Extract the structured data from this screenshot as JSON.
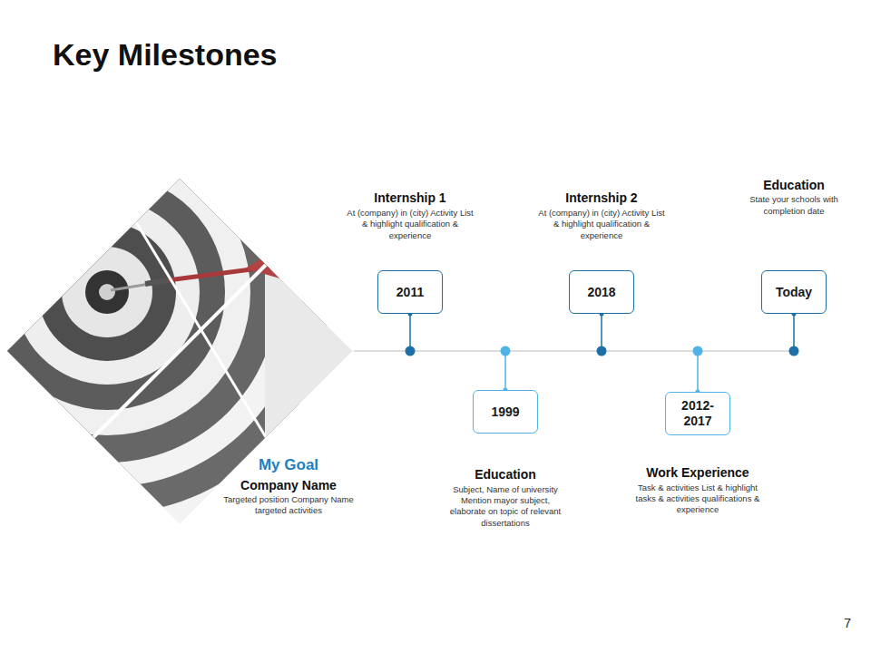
{
  "diagram": {
    "title": "Key Milestones",
    "nodes": [
      {
        "text": [
          "Internship 1",
          "At (company) in (city) Activity List & highlight qualification & experience",
          "2011"
        ]
      },
      {
        "text": [
          "1999",
          "Education",
          "Subject, Name of university Mention mayor subject, elaborate on topic of relevant dissertations"
        ]
      },
      {
        "text": [
          "Internship 2",
          "At (company) in (city) Activity List & highlight qualification & experience",
          "2018"
        ]
      },
      {
        "text": [
          "2012- 2017",
          "Work Experience",
          "Task & activities List & highlight tasks & activities qualifications & experience"
        ]
      },
      {
        "text": [
          "Education",
          "State your schools with completion date",
          "Today"
        ]
      }
    ],
    "labels": [
      "My Goal",
      "Company Name",
      "Targeted position Company Name targeted activities",
      "7"
    ]
  }
}
